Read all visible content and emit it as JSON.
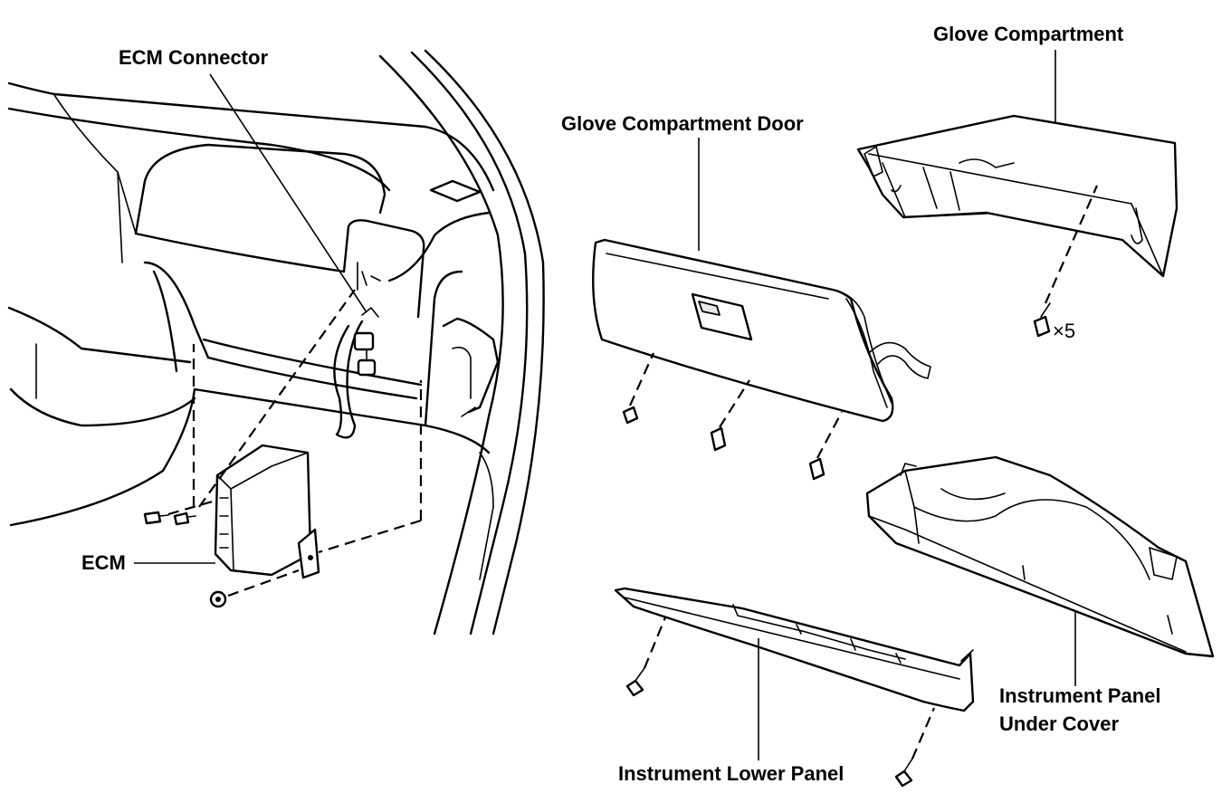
{
  "labels": {
    "ecm_connector": "ECM Connector",
    "ecm": "ECM",
    "glove_compartment_door": "Glove Compartment Door",
    "glove_compartment": "Glove Compartment",
    "screw_count": "×5",
    "instrument_panel_under_cover_line1": "Instrument Panel",
    "instrument_panel_under_cover_line2": "Under Cover",
    "instrument_lower_panel": "Instrument Lower Panel"
  }
}
